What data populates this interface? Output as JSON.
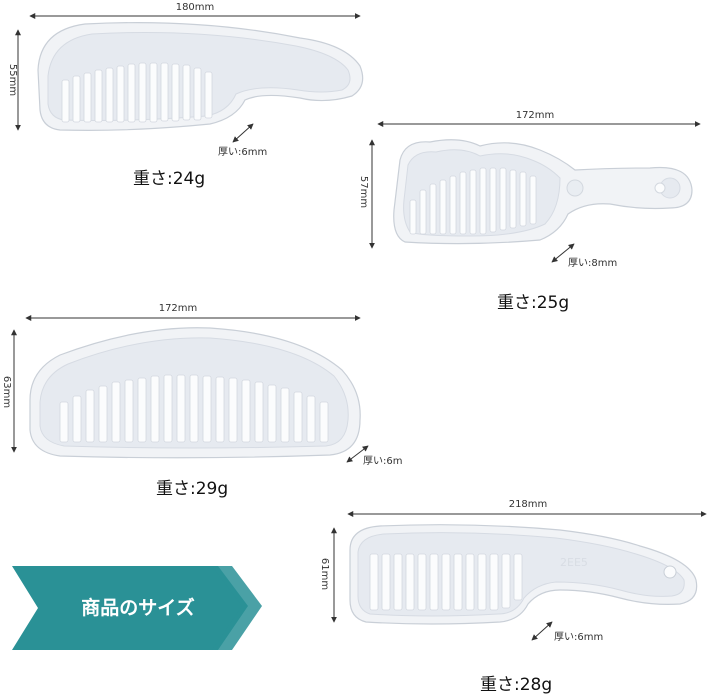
{
  "molds": [
    {
      "width_label": "180mm",
      "height_label": "55mm",
      "thickness_label": "厚い:6mm",
      "weight_label": "重さ:24g"
    },
    {
      "width_label": "172mm",
      "height_label": "57mm",
      "thickness_label": "厚い:8mm",
      "weight_label": "重さ:25g"
    },
    {
      "width_label": "172mm",
      "height_label": "63mm",
      "thickness_label": "厚い:6m",
      "weight_label": "重さ:29g"
    },
    {
      "width_label": "218mm",
      "height_label": "61mm",
      "thickness_label": "厚い:6mm",
      "weight_label": "重さ:28g",
      "embossed_text": "2EE5"
    }
  ],
  "badge": {
    "label": "商品のサイズ",
    "color": "#2a9196"
  }
}
